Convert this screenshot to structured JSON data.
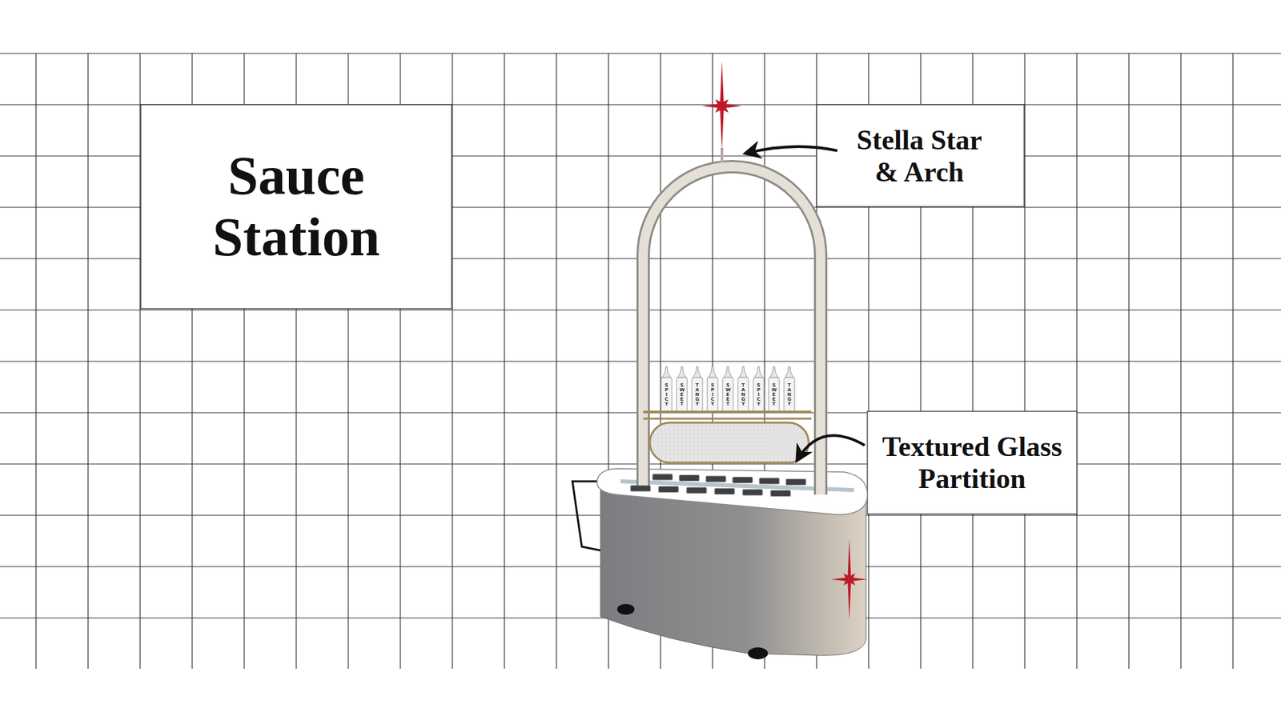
{
  "diagram": {
    "title": "Sauce Station",
    "labels": [
      "Stella Star & Arch",
      "Textured Glass Partition",
      "SPICY",
      "SWEET",
      "TANGY",
      "SPICY",
      "SWEET",
      "TANGY",
      "SPICY",
      "SWEET",
      "TANGY"
    ]
  }
}
